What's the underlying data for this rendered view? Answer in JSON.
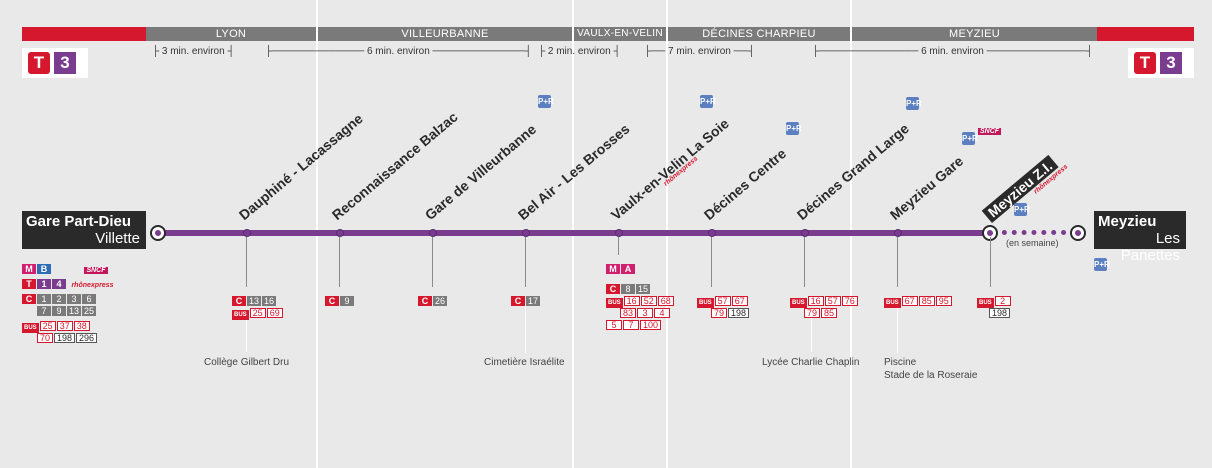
{
  "line": "T3",
  "line_badge": {
    "letter": "T",
    "number": "3"
  },
  "colors": {
    "line": "#7a3c8f",
    "tram": "#d5182e",
    "band": "#7a7a7a"
  },
  "communes": [
    "LYON",
    "VILLEURBANNE",
    "VAULX-EN-VELIN",
    "DÉCINES CHARPIEU",
    "MEYZIEU"
  ],
  "durations": [
    "3 min. environ",
    "6 min. environ",
    "2 min. environ",
    "7 min. environ",
    "6 min. environ"
  ],
  "start": {
    "name": "Gare Part-Dieu",
    "sub": "Villette"
  },
  "end": {
    "name": "Meyzieu",
    "sub": "Les Panettes",
    "note": "(en semaine)"
  },
  "stations": [
    "Dauphiné - Lacassagne",
    "Reconnaissance Balzac",
    "Gare de Villeurbanne",
    "Bel Air - Les Brosses",
    "Vaulx-en-Velin La Soie",
    "Décines Centre",
    "Décines Grand Large",
    "Meyzieu Gare",
    "Meyzieu Z.I."
  ],
  "poi": [
    "Collège Gilbert Dru",
    "Cimetière Israélite",
    "Lycée Charlie Chaplin",
    "Piscine",
    "Stade de la Roseraie"
  ],
  "icons": {
    "park_ride": "P+R",
    "metro": "M",
    "tram": "T",
    "bus": "BUS",
    "sncf": "SNCF",
    "rhonexpress": "rhônexpress"
  },
  "connections": {
    "part_dieu": {
      "metro": "M",
      "metro_line": "B",
      "tram": "T",
      "tram_lines": [
        "1",
        "4"
      ],
      "c": "C",
      "c_lines_1": [
        "1",
        "2",
        "3",
        "6"
      ],
      "c_lines_2": [
        "7",
        "9",
        "13",
        "25"
      ],
      "bus": "BUS",
      "bus_1": [
        "25",
        "37",
        "38"
      ],
      "bus_2": [
        "70",
        "198",
        "296"
      ]
    },
    "dauphine": {
      "c": "C",
      "c_lines": [
        "13",
        "16"
      ],
      "bus": "BUS",
      "bus_lines": [
        "25",
        "69"
      ]
    },
    "reconnaissance": {
      "c": "C",
      "c_lines": [
        "9"
      ]
    },
    "villeurbanne": {
      "c": "C",
      "c_lines": [
        "26"
      ]
    },
    "belair": {
      "c": "C",
      "c_lines": [
        "17"
      ]
    },
    "soie": {
      "metro": "M",
      "metro_line": "A",
      "c": "C",
      "c_lines": [
        "8",
        "15"
      ],
      "bus": "BUS",
      "bus_1": [
        "16",
        "52",
        "68"
      ],
      "bus_2a": [
        "83"
      ],
      "bus_2b": [
        "3"
      ],
      "bus_2c": [
        "4"
      ],
      "bus_3a": [
        "5"
      ],
      "bus_3b": [
        "7"
      ],
      "bus_3c": [
        "100"
      ]
    },
    "decines_centre": {
      "bus": "BUS",
      "bus_1": [
        "57",
        "67"
      ],
      "bus_2": [
        "79",
        "198"
      ]
    },
    "grand_large": {
      "bus": "BUS",
      "bus_1": [
        "16",
        "57",
        "76"
      ],
      "bus_2": [
        "79",
        "85"
      ]
    },
    "meyzieu_gare": {
      "bus": "BUS",
      "bus_1": [
        "67",
        "85",
        "95"
      ]
    },
    "meyzieu_zi": {
      "bus": "BUS",
      "bus_1": [
        "2"
      ],
      "bus_2": [
        "198"
      ]
    }
  }
}
